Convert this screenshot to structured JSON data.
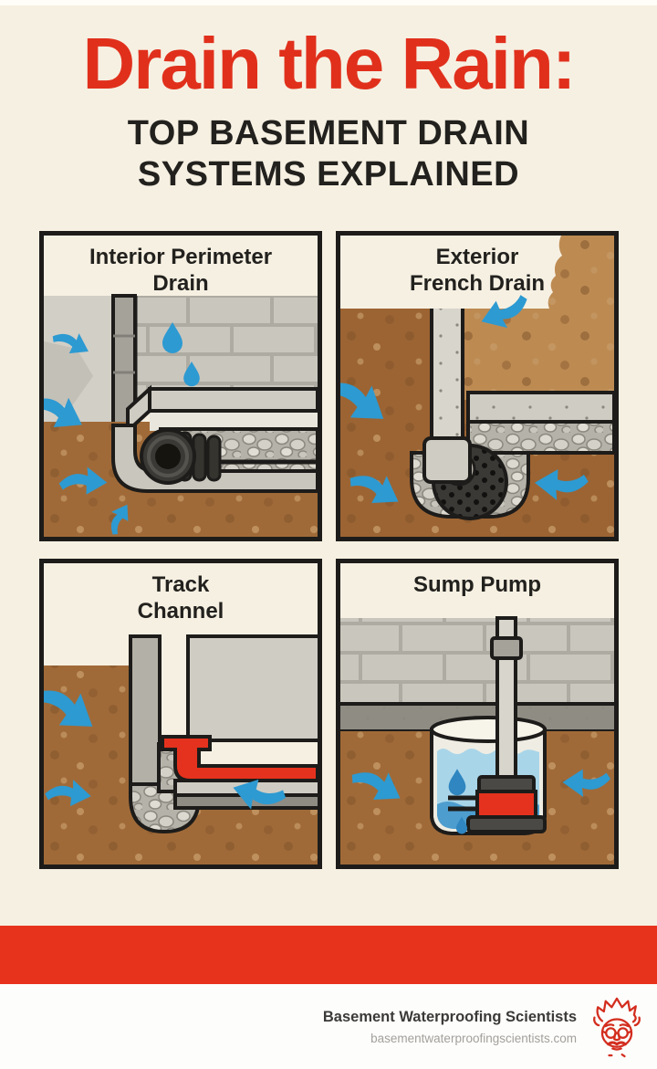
{
  "poster": {
    "header": {
      "title": "Drain the Rain:",
      "subtitle_line1": "TOP BASEMENT DRAIN",
      "subtitle_line2": "SYSTEMS EXPLAINED"
    },
    "panels": [
      {
        "key": "interior-perimeter-drain",
        "title_line1": "Interior Perimeter",
        "title_line2": "Drain",
        "illustration": "cutaway of basement wall corner with corrugated drain pipe in gravel bed, blue water arrows"
      },
      {
        "key": "exterior-french-drain",
        "title_line1": "Exterior",
        "title_line2": "French Drain",
        "illustration": "cutaway of exterior downspout pipe into perforated drain basin beside footing, blue water arrows"
      },
      {
        "key": "track-channel",
        "title_line1": "Track",
        "title_line2": "Channel",
        "illustration": "cutaway of red track channel at wall base over gravel trench, blue water arrows"
      },
      {
        "key": "sump-pump",
        "title_line1": "Sump Pump",
        "title_line2": "",
        "illustration": "sump basin with water, red pump and discharge pipe through brick wall, blue water arrows"
      }
    ],
    "footer": {
      "brand": "Basement Waterproofing Scientists",
      "website": "basementwaterproofingscientists.com",
      "logo": "scientist-face-logo"
    },
    "icons": {
      "water_flow": "blue-arrow-icon",
      "water_drop": "blue-droplet-icon"
    },
    "colors": {
      "accent_red": "#e0301c",
      "stripe_red": "#e8331c",
      "text_dark": "#22211e",
      "background_cream": "#f6f0e2",
      "arrow_blue": "#2d9ad2",
      "soil_brown": "#a06a38",
      "soil_dark_brown": "#9c6433",
      "soil_tan": "#bd8b52",
      "water_light": "#a9d5e9",
      "water_deep": "#4d9dcf",
      "outline_black": "#1d1c1a"
    }
  }
}
